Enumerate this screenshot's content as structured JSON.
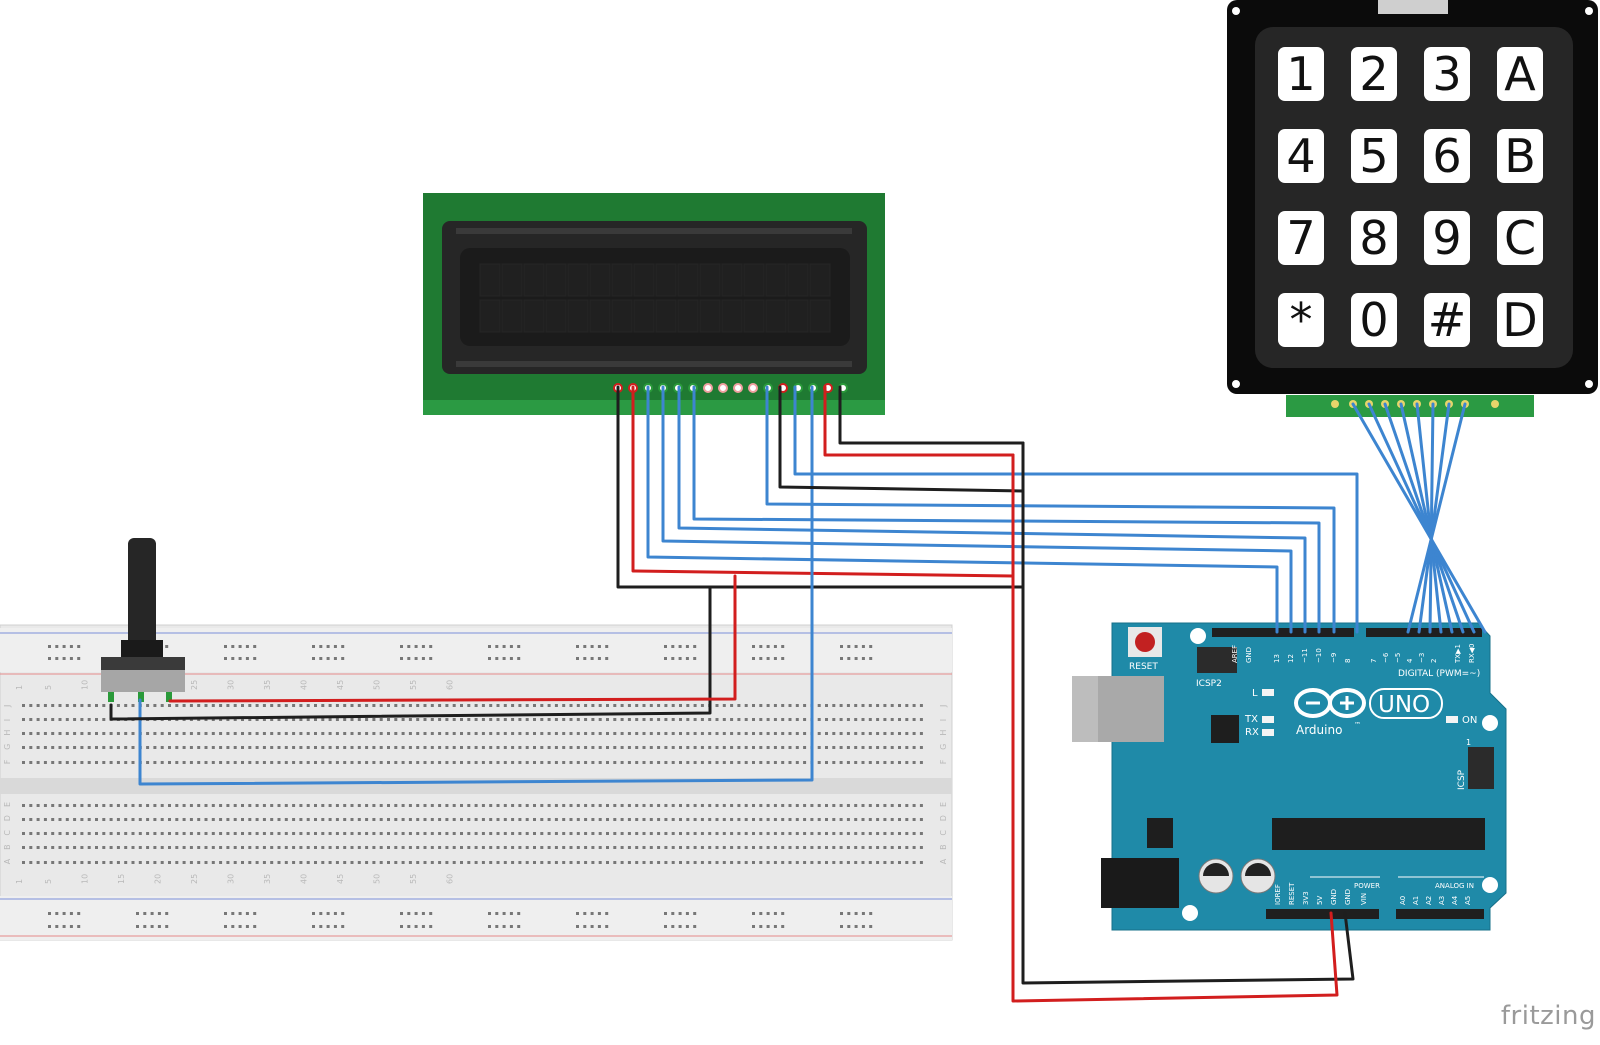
{
  "watermark": "fritzing",
  "keypad": {
    "keys": [
      "1",
      "2",
      "3",
      "A",
      "4",
      "5",
      "6",
      "B",
      "7",
      "8",
      "9",
      "C",
      "*",
      "0",
      "#",
      "D"
    ]
  },
  "arduino": {
    "brand": "Arduino",
    "trademark": "™",
    "model": "UNO",
    "reset_label": "RESET",
    "icsp2_label": "ICSP2",
    "icsp_label": "ICSP",
    "l_label": "L",
    "tx_label": "TX",
    "rx_label": "RX",
    "on_label": "ON",
    "digital_label": "DIGITAL (PWM=~)",
    "power_label": "POWER",
    "analog_label": "ANALOG IN",
    "icsp_pin1": "1",
    "digital_pins": [
      "AREF",
      "GND",
      "13",
      "12",
      "~11",
      "~10",
      "~9",
      "8",
      "7",
      "~6",
      "~5",
      "4",
      "~3",
      "2",
      "TX▶1",
      "RX◀0"
    ],
    "power_pins": [
      "IOREF",
      "RESET",
      "3V3",
      "5V",
      "GND",
      "GND",
      "VIN"
    ],
    "analog_pins": [
      "A0",
      "A1",
      "A2",
      "A3",
      "A4",
      "A5"
    ]
  },
  "breadboard": {
    "column_numbers": [
      "1",
      "5",
      "10",
      "15",
      "20",
      "25",
      "30",
      "35",
      "40",
      "45",
      "50",
      "55",
      "60"
    ],
    "row_letters_top": [
      "J",
      "I",
      "H",
      "G",
      "F"
    ],
    "row_letters_bottom": [
      "E",
      "D",
      "C",
      "B",
      "A"
    ]
  },
  "wire_colors": {
    "red": "#d21e1e",
    "black": "#1e1e1e",
    "blue": "#3d85d0",
    "green": "#2a9a3a"
  },
  "lcd": {
    "pin_count": 16
  }
}
